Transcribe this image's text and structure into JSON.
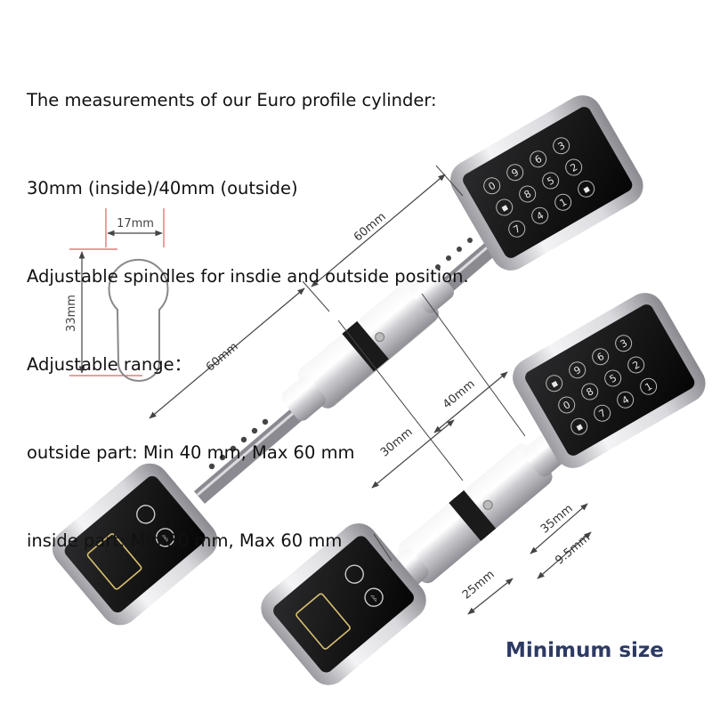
{
  "heading_lines": [
    "The measurements of our Euro profile cylinder:",
    "30mm (inside)/40mm (outside)",
    "Adjustable spindles for insdie and outside position.",
    "Adjustable range：",
    "outside part: Min 40 mm, Max 60 mm",
    "inside part: Min 30 mm, Max 60 mm"
  ],
  "profile": {
    "width_label": "17mm",
    "height_label": "33mm"
  },
  "upper_lock": {
    "outside_label": "60mm",
    "inside_label": "60mm",
    "keypad_keys": [
      "0",
      "9",
      "6",
      "3",
      "▪",
      "8",
      "5",
      "2",
      "7",
      "4",
      "1",
      "▪"
    ]
  },
  "lower_lock": {
    "outside_label": "40mm",
    "inside_label": "30mm",
    "cam_label": "35mm",
    "offset_label": "9.5mm",
    "body_label": "25mm",
    "keypad_keys": [
      "▪",
      "9",
      "6",
      "3",
      "0",
      "8",
      "5",
      "2",
      "▪",
      "7",
      "4",
      "1"
    ]
  },
  "footer_label": "Minimum size",
  "colors": {
    "text": "#111111",
    "footer_text": "#2d3a64",
    "dimension_line": "#444444",
    "profile_red_guides": "#e06060",
    "chrome": "#d8d8dc",
    "glass": "#141414"
  }
}
